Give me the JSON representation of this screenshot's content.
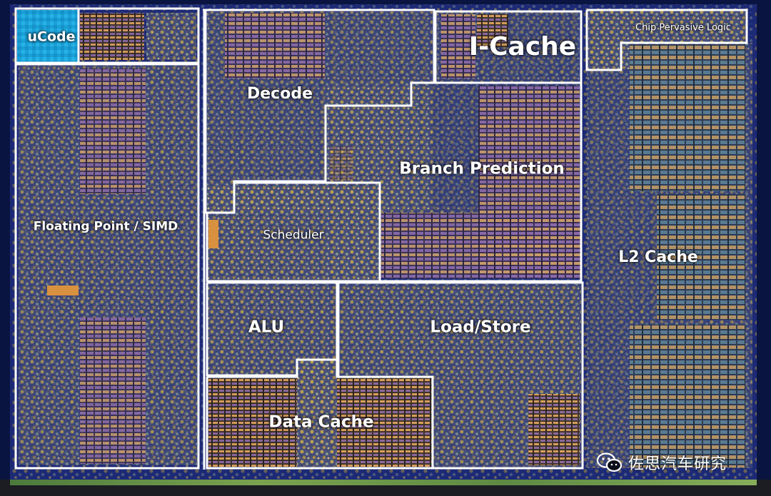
{
  "labels": {
    "ucode": "uCode",
    "icache": "I-Cache",
    "chip_pervasive_logic": "Chip Pervasive Logic",
    "decode": "Decode",
    "branch_prediction": "Branch Prediction",
    "floating_point": "Floating Point / SIMD",
    "scheduler": "Scheduler",
    "l2_cache": "L2 Cache",
    "alu": "ALU",
    "load_store": "Load/Store",
    "data_cache": "Data Cache"
  },
  "watermark": {
    "icon": "wechat-icon",
    "text": "佐思汽车研究"
  },
  "colors": {
    "die_background": "#1a2870",
    "outline": "#ffffff",
    "ucode_fill": "#1ea3d6",
    "logic_gold": "#b59a46",
    "sram_purple": "#7a5a96",
    "sram_orange": "#c8924a"
  }
}
